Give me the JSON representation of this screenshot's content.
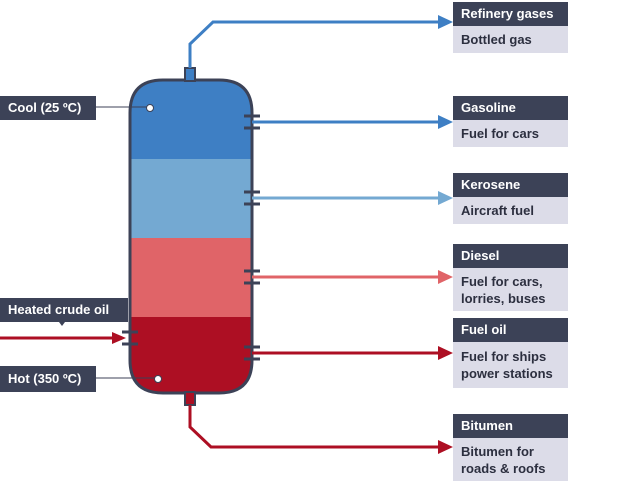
{
  "colors": {
    "dark_label": "#3c4257",
    "light_label": "#dcdce8",
    "column_outline": "#3c4257",
    "layer_1": "#3e7fc4",
    "layer_2": "#74a9d2",
    "layer_3": "#e06468",
    "layer_4": "#ad0f23",
    "arrow_blue": "#3e7fc4",
    "arrow_lightblue": "#74a9d2",
    "arrow_pink": "#e06468",
    "arrow_red": "#ad0f23"
  },
  "left_labels": {
    "cool": "Cool (25 ºC)",
    "heated": "Heated crude oil",
    "hot": "Hot (350 ºC)"
  },
  "fractions": [
    {
      "name": "Refinery gases",
      "use": "Bottled gas"
    },
    {
      "name": "Gasoline",
      "use": "Fuel for cars"
    },
    {
      "name": "Kerosene",
      "use": "Aircraft fuel"
    },
    {
      "name": "Diesel",
      "use": "Fuel for cars,\nlorries, buses"
    },
    {
      "name": "Fuel oil",
      "use": "Fuel for ships\npower stations"
    },
    {
      "name": "Bitumen",
      "use": "Bitumen for\nroads & roofs"
    }
  ]
}
